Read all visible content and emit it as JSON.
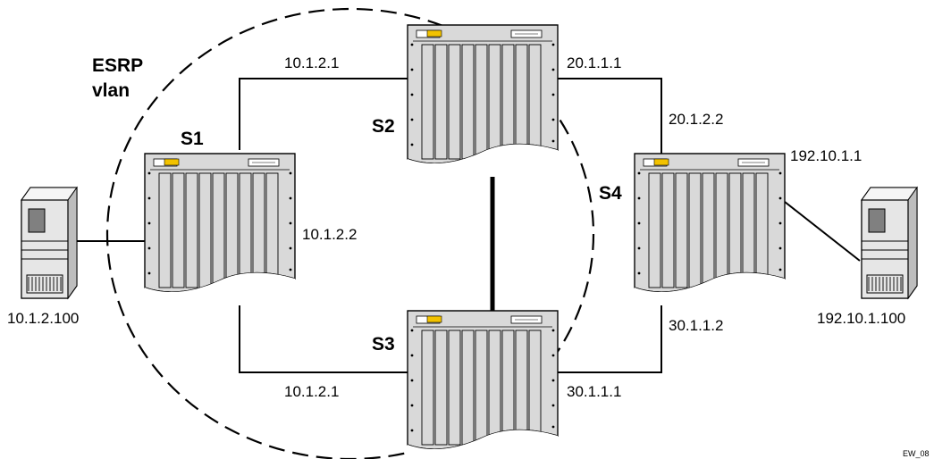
{
  "diagram": {
    "region_label_line1": "ESRP",
    "region_label_line2": "vlan",
    "switches": {
      "s1": {
        "name": "S1"
      },
      "s2": {
        "name": "S2"
      },
      "s3": {
        "name": "S3"
      },
      "s4": {
        "name": "S4"
      }
    },
    "addresses": {
      "s1_s2_top": "10.1.2.1",
      "s1_side": "10.1.2.2",
      "s3_bottom": "10.1.2.1",
      "s2_right": "20.1.1.1",
      "s4_top": "20.1.2.2",
      "s4_right": "192.10.1.1",
      "s4_bottom": "30.1.1.2",
      "s3_right": "30.1.1.1"
    },
    "hosts": {
      "left": {
        "address": "10.1.2.100"
      },
      "right": {
        "address": "192.10.1.100"
      }
    },
    "figure_code": "EW_08"
  }
}
